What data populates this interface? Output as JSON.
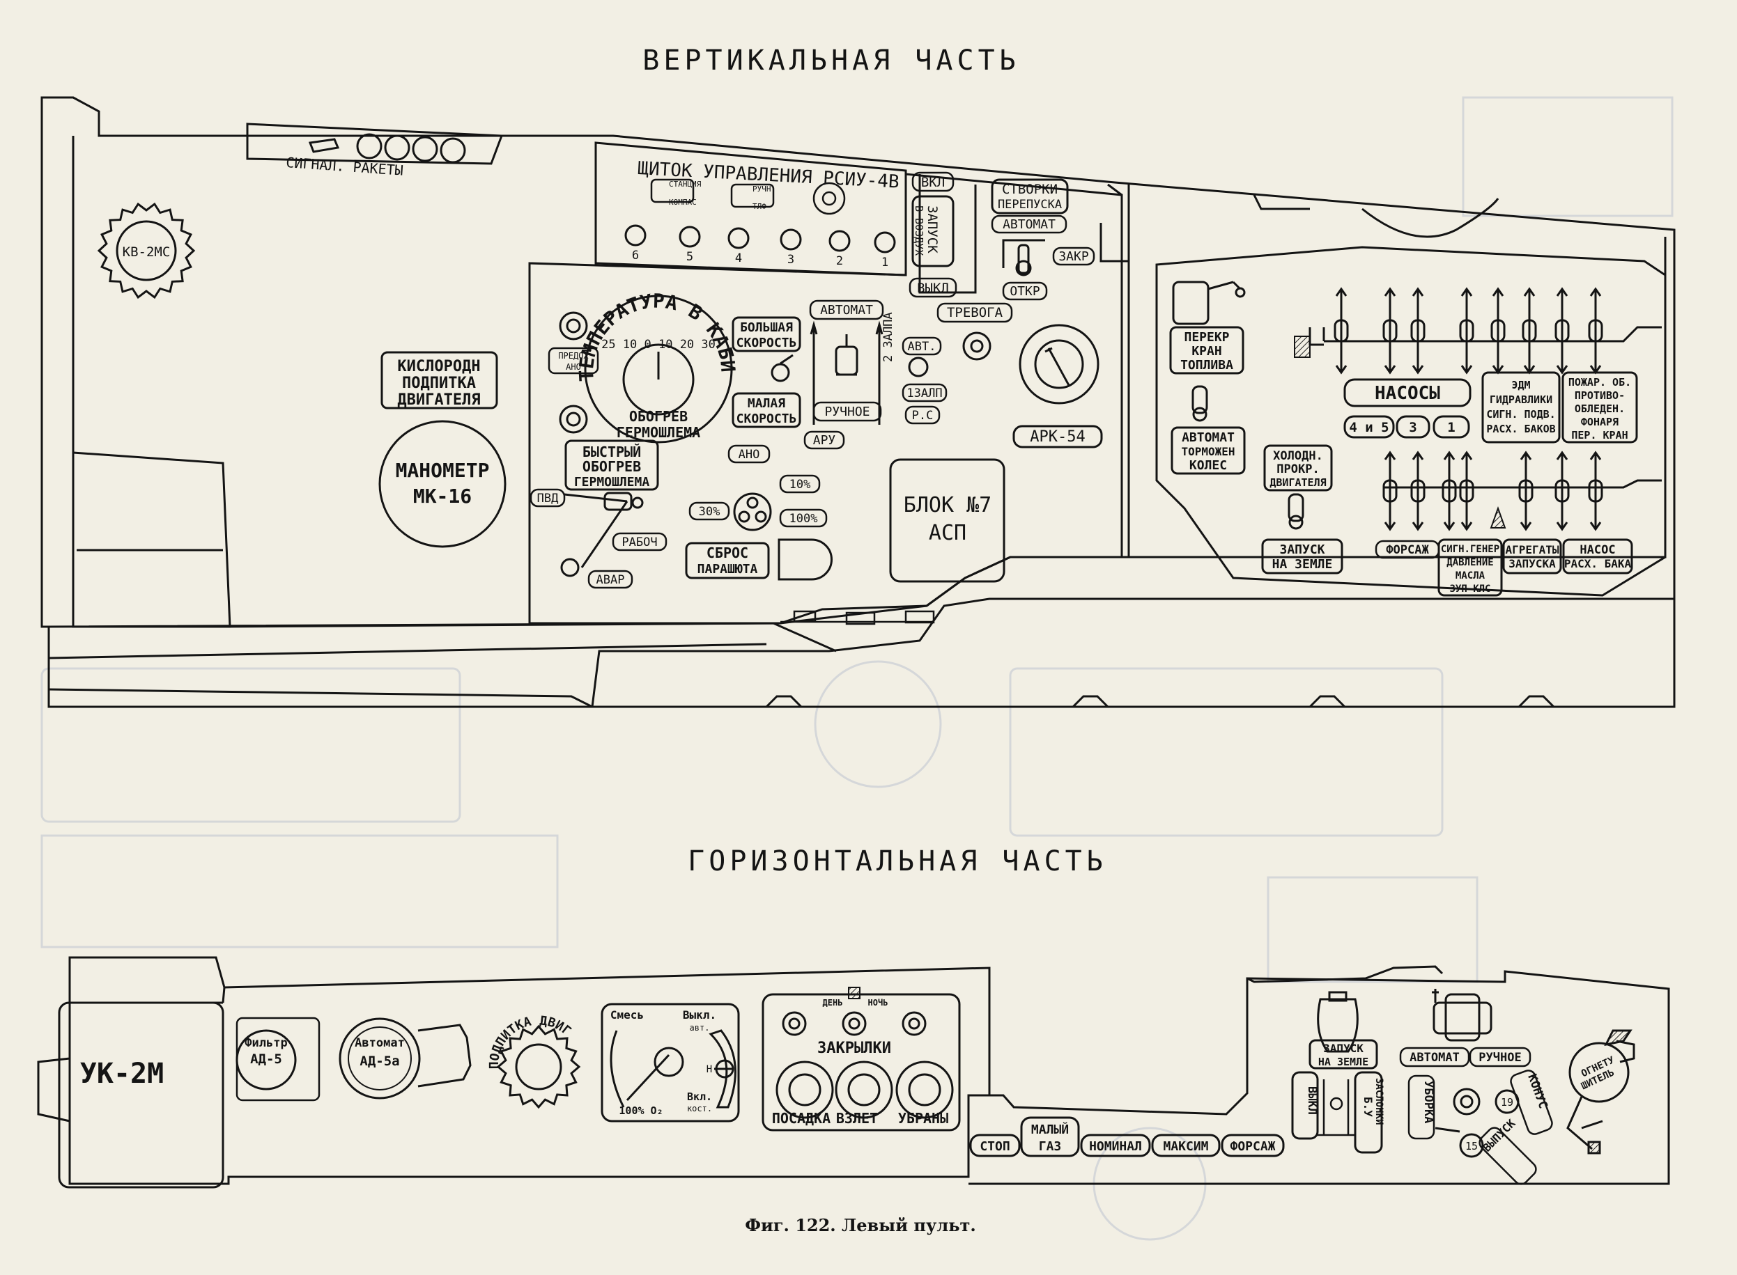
{
  "titles": {
    "vertical": "ВЕРТИКАЛЬНАЯ ЧАСТЬ",
    "horizontal": "ГОРИЗОНТАЛЬНАЯ ЧАСТЬ",
    "caption": "Фиг. 122. Левый пульт."
  },
  "vertical_panel": {
    "signal_rockets": "СИГНАЛ. РАКЕТЫ",
    "kv2ms": "КВ-2МС",
    "oxygen": [
      "КИСЛОРОДН",
      "ПОДПИТКА",
      "ДВИГАТЕЛЯ"
    ],
    "manometer": [
      "МАНОМЕТР",
      "МК-16"
    ],
    "rsiu_title": "ЩИТОК УПРАВЛЕНИЯ РСИУ-4В",
    "rsiu_small": [
      "СТАНЦИЯ",
      "КОМПАС",
      "РУЧН",
      "ТЛФ"
    ],
    "rsiu_channels": [
      "6",
      "5",
      "4",
      "3",
      "2",
      "1"
    ],
    "vkl": "ВКЛ",
    "vykl": "ВЫКЛ",
    "launch_air": [
      "ЗАПУСК",
      "В ВОЗДУХ"
    ],
    "bypass_doors": [
      "СТВОРКИ",
      "ПЕРЕПУСКА"
    ],
    "avtomat": "АВТОМАТ",
    "zakr": "ЗАКР",
    "otkr": "ОТКР",
    "predokhr_ano": [
      "ПРЕДОХ",
      "АНО"
    ],
    "temperature": "ТЕМПЕРАТУРА В КАБИНЕ",
    "temp_scale": "25 10 0 10 20 30",
    "heating": [
      "ОБОГРЕВ",
      "ГЕРМОШЛЕМА"
    ],
    "high_speed": [
      "БОЛЬШАЯ",
      "СКОРОСТЬ"
    ],
    "low_speed": [
      "МАЛАЯ",
      "СКОРОСТЬ"
    ],
    "avtomat2": "АВТОМАТ",
    "ruchnoe": "РУЧНОЕ",
    "aru": "АРУ",
    "trevoga": "ТРЕВОГА",
    "zalpa_2": "2 ЗАЛПА",
    "avt": "АВТ.",
    "zalp_1": "1ЗАЛП",
    "rs": "Р.С",
    "ark": "АРК-54",
    "fast_heat": [
      "БЫСТРЫЙ",
      "ОБОГРЕВ",
      "ГЕРМОШЛЕМА"
    ],
    "pvd": "ПВД",
    "raboch": "РАБОЧ",
    "avar": "АВАР",
    "ano": "АНО",
    "pct10": "10%",
    "pct30": "30%",
    "pct100": "100%",
    "chute": [
      "СБРОС",
      "ПАРАШЮТА"
    ],
    "block7": [
      "БЛОК №7",
      "АСП"
    ],
    "fuel_valve": [
      "ПЕРЕКР",
      "КРАН",
      "ТОПЛИВА"
    ],
    "wheel_brake": [
      "АВТОМАТ",
      "ТОРМОЖЕН",
      "КОЛЕС"
    ],
    "cold_crank": [
      "ХОЛОДН.",
      "ПРОКР.",
      "ДВИГАТЕЛЯ"
    ],
    "ground_start": [
      "ЗАПУСК",
      "НА ЗЕМЛЕ"
    ],
    "pumps": "НАСОСЫ",
    "pump_nums": [
      "4 и 5",
      "3",
      "1"
    ],
    "edm": [
      "ЭДМ",
      "ГИДРАВЛИКИ",
      "СИГН. ПОДВ.",
      "РАСХ. БАКОВ"
    ],
    "fire": [
      "ПОЖАР. ОБ.",
      "ПРОТИВО-",
      "ОБЛЕДЕН.",
      "ФОНАРЯ",
      "ПЕР. КРАН"
    ],
    "forsazh": "ФОРСАЖ",
    "sign_gen": [
      "СИГН.ГЕНЕР",
      "ДАВЛЕНИЕ",
      "МАСЛА",
      "ЗУП КЛС"
    ],
    "aggregates": [
      "АГРЕГАТЫ",
      "ЗАПУСКА"
    ],
    "pump_tank": [
      "НАСОС",
      "РАСХ. БАКА"
    ]
  },
  "horizontal_panel": {
    "uk2m": "УК-2М",
    "filter": [
      "Фильтр",
      "АД-5"
    ],
    "automat_ad": [
      "Автомат",
      "АД-5а"
    ],
    "podpitka": "ПОДПИТКА ДВИГ",
    "smes": "Смесь",
    "vykl_avt": [
      "Выкл.",
      "авт."
    ],
    "n": "Н",
    "vkl_kost": [
      "Вкл.",
      "кост."
    ],
    "pct100o2": "100% О₂",
    "den": "ДЕНЬ",
    "noch": "НОЧЬ",
    "flaps": "ЗАКРЫЛКИ",
    "flap_modes": [
      "ПОСАДКА",
      "ВЗЛЕТ",
      "УБРАНЫ"
    ],
    "throttle": [
      "СТОП",
      "МАЛЫЙ ГАЗ",
      "НОМИНАЛ",
      "МАКСИМ",
      "ФОРСАЖ"
    ],
    "ground_start": [
      "ЗАПУСК",
      "НА ЗЕМЛЕ"
    ],
    "vykl": "ВЫКЛ",
    "bu_zaslon": [
      "Б.У",
      "ЗАСЛОНКИ"
    ],
    "avtomat": "АВТОМАТ",
    "ruchnoe": "РУЧНОЕ",
    "uborka": "УБОРКА",
    "konus": "КОНУС",
    "vypusk": "ВЫПУСК",
    "n19": "19",
    "n15": "15",
    "fire_shield": [
      "ОГНЕТУ",
      "ШИТЕЛЬ"
    ]
  }
}
